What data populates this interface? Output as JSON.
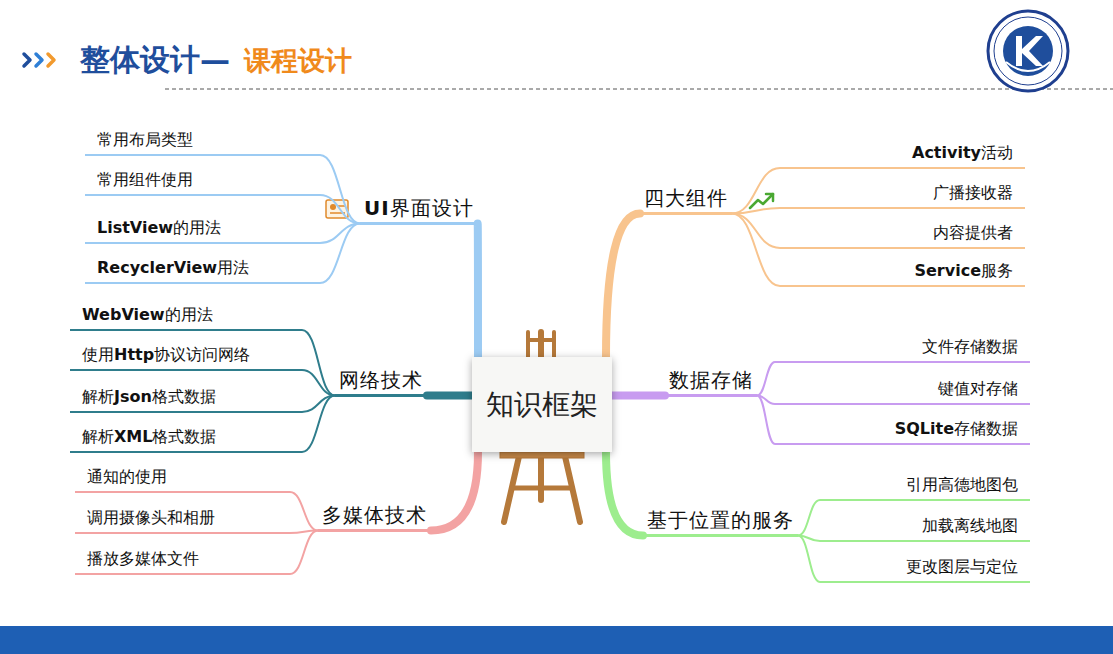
{
  "diagram": {
    "title": "整体设计—",
    "nodes": [
      {
        "text": [
          "知识框架"
        ]
      },
      {
        "text": [
          "UI界面设计"
        ]
      },
      {
        "text": [
          "常用布局类型"
        ]
      },
      {
        "text": [
          "常用组件使用"
        ]
      },
      {
        "text": [
          "ListView的用法"
        ]
      },
      {
        "text": [
          "RecyclerView用法"
        ]
      },
      {
        "text": [
          "四大组件"
        ]
      },
      {
        "text": [
          "Activity活动"
        ]
      },
      {
        "text": [
          "广播接收器"
        ]
      },
      {
        "text": [
          "内容提供者"
        ]
      },
      {
        "text": [
          "Service服务"
        ]
      },
      {
        "text": [
          "网络技术"
        ]
      },
      {
        "text": [
          "WebView的用法"
        ]
      },
      {
        "text": [
          "使用Http协议访问网络"
        ]
      },
      {
        "text": [
          "解析Json格式数据"
        ]
      },
      {
        "text": [
          "解析XML格式数据"
        ]
      },
      {
        "text": [
          "数据存储"
        ]
      },
      {
        "text": [
          "文件存储数据"
        ]
      },
      {
        "text": [
          "键值对存储"
        ]
      },
      {
        "text": [
          "SQLite存储数据"
        ]
      },
      {
        "text": [
          "多媒体技术"
        ]
      },
      {
        "text": [
          "通知的使用"
        ]
      },
      {
        "text": [
          "调用摄像头和相册"
        ]
      },
      {
        "text": [
          "播放多媒体文件"
        ]
      },
      {
        "text": [
          "基于位置的服务"
        ]
      },
      {
        "text": [
          "引用高德地图包"
        ]
      },
      {
        "text": [
          "加载离线地图"
        ]
      },
      {
        "text": [
          "更改图层与定位"
        ]
      }
    ],
    "edges": [
      {
        "from": 0,
        "to": 1,
        "arrow": "none"
      },
      {
        "from": 1,
        "to": 2,
        "arrow": "none"
      },
      {
        "from": 1,
        "to": 3,
        "arrow": "none"
      },
      {
        "from": 1,
        "to": 4,
        "arrow": "none"
      },
      {
        "from": 1,
        "to": 5,
        "arrow": "none"
      },
      {
        "from": 0,
        "to": 6,
        "arrow": "none"
      },
      {
        "from": 6,
        "to": 7,
        "arrow": "none"
      },
      {
        "from": 6,
        "to": 8,
        "arrow": "none"
      },
      {
        "from": 6,
        "to": 9,
        "arrow": "none"
      },
      {
        "from": 6,
        "to": 10,
        "arrow": "none"
      },
      {
        "from": 0,
        "to": 11,
        "arrow": "none"
      },
      {
        "from": 11,
        "to": 12,
        "arrow": "none"
      },
      {
        "from": 11,
        "to": 13,
        "arrow": "none"
      },
      {
        "from": 11,
        "to": 14,
        "arrow": "none"
      },
      {
        "from": 11,
        "to": 15,
        "arrow": "none"
      },
      {
        "from": 0,
        "to": 16,
        "arrow": "none"
      },
      {
        "from": 16,
        "to": 17,
        "arrow": "none"
      },
      {
        "from": 16,
        "to": 18,
        "arrow": "none"
      },
      {
        "from": 16,
        "to": 19,
        "arrow": "none"
      },
      {
        "from": 0,
        "to": 20,
        "arrow": "none"
      },
      {
        "from": 20,
        "to": 21,
        "arrow": "none"
      },
      {
        "from": 20,
        "to": 22,
        "arrow": "none"
      },
      {
        "from": 20,
        "to": 23,
        "arrow": "none"
      },
      {
        "from": 0,
        "to": 24,
        "arrow": "none"
      },
      {
        "from": 24,
        "to": 25,
        "arrow": "none"
      },
      {
        "from": 24,
        "to": 26,
        "arrow": "none"
      },
      {
        "from": 24,
        "to": 27,
        "arrow": "none"
      }
    ],
    "labels": [
      "课程设计"
    ]
  }
}
